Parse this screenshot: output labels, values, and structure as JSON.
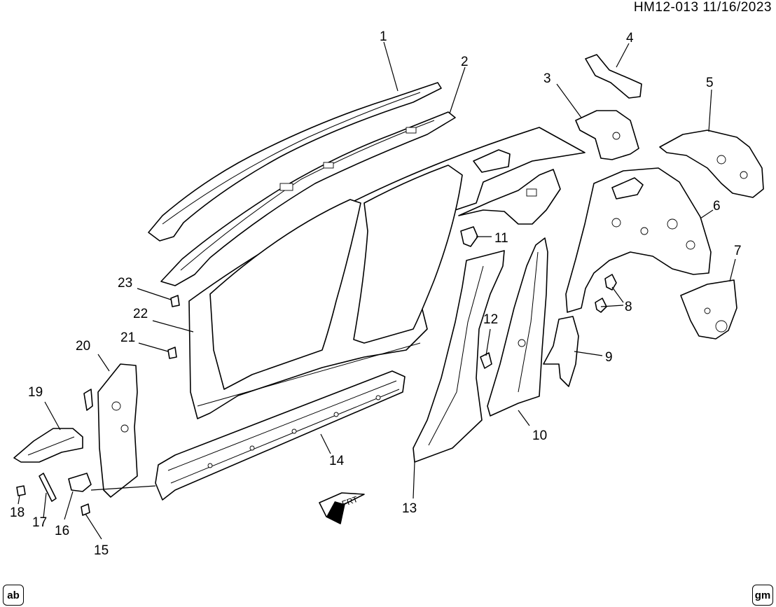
{
  "header": {
    "ref": "HM12-013  11/16/2023"
  },
  "callouts": [
    "1",
    "2",
    "3",
    "4",
    "5",
    "6",
    "7",
    "8",
    "9",
    "10",
    "11",
    "12",
    "13",
    "14",
    "15",
    "16",
    "17",
    "18",
    "19",
    "20",
    "21",
    "22",
    "23"
  ],
  "orientation_label": "FRT",
  "badges": {
    "left": "ab",
    "right": "gm"
  }
}
